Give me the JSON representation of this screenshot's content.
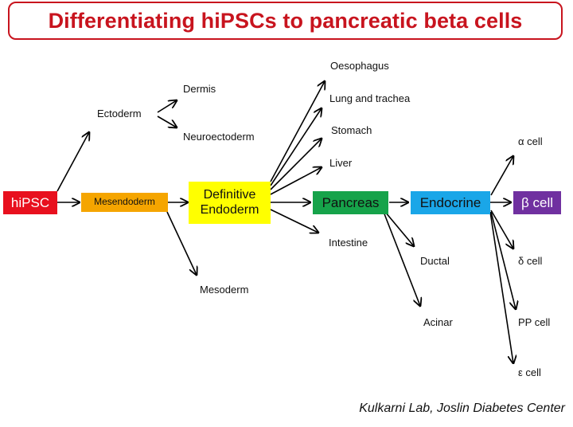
{
  "title": "Differentiating hiPSCs to pancreatic beta cells",
  "boxes": {
    "hipsc": {
      "label": "hiPSC",
      "bg": "#e8101e",
      "fg": "#ffffff"
    },
    "mesendoderm": {
      "label": "Mesendoderm",
      "bg": "#f5a500",
      "fg": "#111111"
    },
    "definitive_line1": "Definitive",
    "definitive_line2": "Endoderm",
    "definitive_bg": "#ffff00",
    "pancreas": {
      "label": "Pancreas",
      "bg": "#16a34a",
      "fg": "#111111"
    },
    "endocrine": {
      "label": "Endocrine",
      "bg": "#1aa6e8",
      "fg": "#111111"
    },
    "beta": {
      "label": "β cell",
      "bg": "#7030a0",
      "fg": "#ffffff"
    }
  },
  "labels": {
    "ectoderm": "Ectoderm",
    "dermis": "Dermis",
    "neuroectoderm": "Neuroectoderm",
    "mesoderm": "Mesoderm",
    "oesophagus": "Oesophagus",
    "lung_trachea": "Lung and trachea",
    "stomach": "Stomach",
    "liver": "Liver",
    "intestine": "Intestine",
    "ductal": "Ductal",
    "acinar": "Acinar",
    "alpha": "α cell",
    "delta": "δ cell",
    "pp": "PP cell",
    "epsilon": "ε cell"
  },
  "credit": "Kulkarni Lab, Joslin Diabetes Center"
}
